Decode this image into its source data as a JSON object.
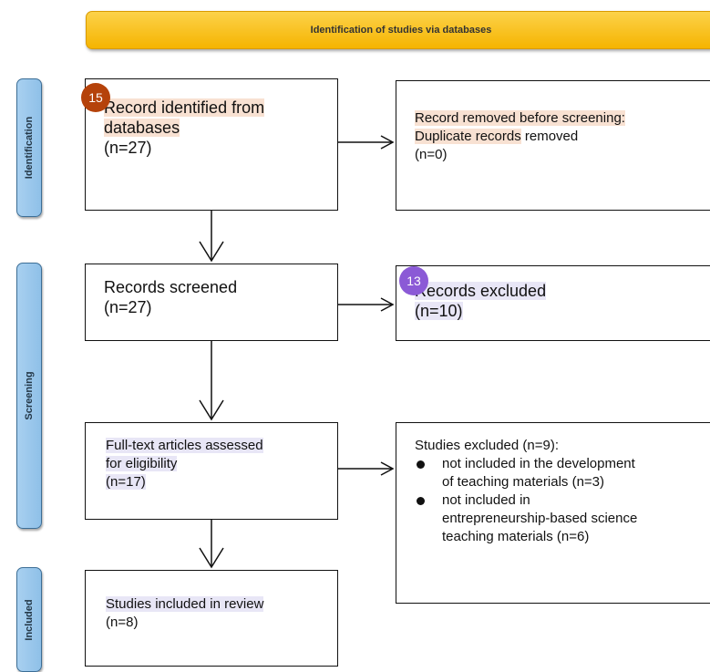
{
  "header": {
    "title": "Identification of studies via databases"
  },
  "stages": {
    "identification": "Identification",
    "screening": "Screening",
    "included": "Included"
  },
  "badges": {
    "identified": "15",
    "excluded": "13"
  },
  "boxes": {
    "identified": {
      "line1": "Record identified from",
      "line2": "databases",
      "count": "(n=27)"
    },
    "removed": {
      "line1": "Record removed before screening:",
      "line2a": "Duplicate records",
      "line2b": " removed",
      "count": "(n=0)"
    },
    "screened": {
      "line1": "Records screened",
      "count": "(n=27)"
    },
    "excluded": {
      "line1": "Records excluded",
      "count": "(n=10)"
    },
    "fulltext": {
      "line1": "Full-text articles assessed",
      "line2": "for eligibility",
      "count": "(n=17)"
    },
    "studies_excluded": {
      "title": "Studies excluded (n=9):",
      "items": [
        {
          "line1": "not included in the development",
          "line2": "of teaching materials (n=3)"
        },
        {
          "line1": "not included in",
          "line2": "entrepreneurship-based science",
          "line3": "teaching materials (n=6)"
        }
      ]
    },
    "included": {
      "line1": "Studies included in review",
      "count": "(n=8)"
    }
  },
  "colors": {
    "header": "#f5b400",
    "stage": "#9fcaed",
    "badge_identified": "#b5420a",
    "badge_excluded": "#8b5ad6"
  }
}
